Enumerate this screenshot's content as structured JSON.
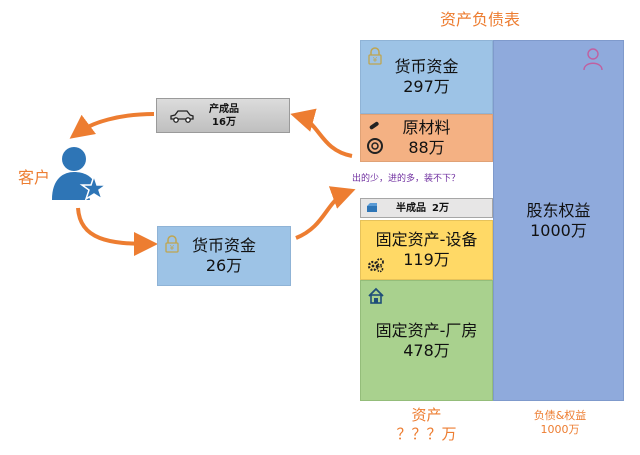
{
  "title": "资产负债表",
  "cash_top": {
    "label": "货币资金",
    "value": "297万"
  },
  "raw_materials": {
    "label": "原材料",
    "value": "88万"
  },
  "question": "出的少，进的多，装不下？",
  "semi_finished": {
    "label": "半成品",
    "value": "2万"
  },
  "equipment": {
    "label": "固定资产-设备",
    "value": "119万"
  },
  "plant": {
    "label": "固定资产-厂房",
    "value": "478万"
  },
  "equity": {
    "label": "股东权益",
    "value": "1000万"
  },
  "assets_footer": {
    "label": "资产",
    "value": "？？？万"
  },
  "liabilities_footer": {
    "label": "负债&权益",
    "value": "1000万"
  },
  "product": {
    "label": "产成品",
    "value": "16万"
  },
  "customer": {
    "label": "客户"
  },
  "cash_left": {
    "label": "货币资金",
    "value": "26万"
  },
  "colors": {
    "orange": "#ED7D31",
    "cash": "#9DC3E6",
    "raw": "#F4B183",
    "equip": "#FFD966",
    "plant": "#A9D18E",
    "equity": "#8FAADC",
    "question": "#7030A0"
  },
  "icons": [
    "lock-icon",
    "syringe-icon",
    "tire-icon",
    "box-icon",
    "gears-icon",
    "house-icon",
    "person-icon",
    "car-icon",
    "customer-icon"
  ]
}
